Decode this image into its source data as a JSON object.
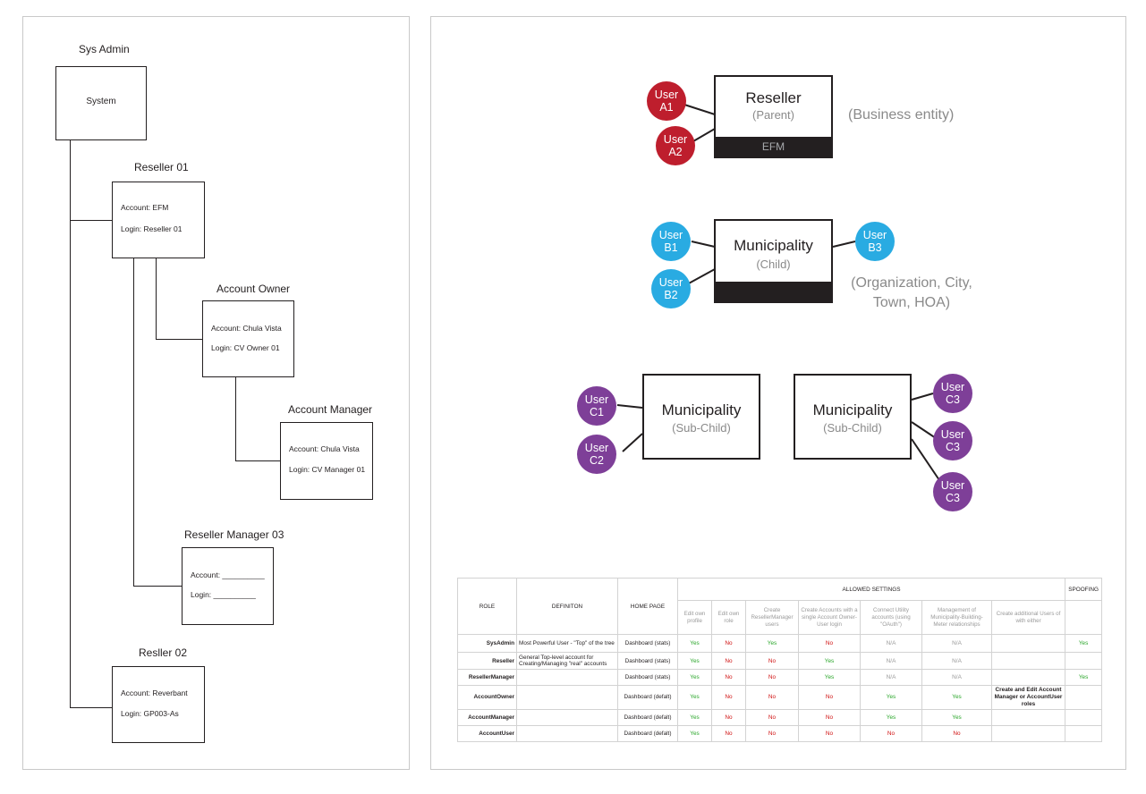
{
  "tree": {
    "sys_admin": {
      "title": "Sys Admin",
      "box": "System"
    },
    "reseller01": {
      "title": "Reseller 01",
      "account": "Account: EFM",
      "login": "Login: Reseller 01"
    },
    "account_owner": {
      "title": "Account Owner",
      "account": "Account: Chula Vista",
      "login": "Login: CV Owner 01"
    },
    "account_manager": {
      "title": "Account Manager",
      "account": "Account: Chula Vista",
      "login": "Login: CV Manager 01"
    },
    "reseller_manager03": {
      "title": "Reseller Manager 03",
      "account": "Account: __________",
      "login": "Login: __________"
    },
    "resller02": {
      "title": "Resller 02",
      "account": "Account: Reverbant",
      "login": "Login: GP003-As"
    }
  },
  "entities": {
    "reseller": {
      "name": "Reseller",
      "sub": "(Parent)",
      "bar": "EFM",
      "note": "(Business entity)",
      "users": [
        {
          "l1": "User",
          "l2": "A1"
        },
        {
          "l1": "User",
          "l2": "A2"
        }
      ]
    },
    "municipality": {
      "name": "Municipality",
      "sub": "(Child)",
      "bar": "",
      "note": [
        "(Organization, City,",
        "Town, HOA)"
      ],
      "users": [
        {
          "l1": "User",
          "l2": "B1"
        },
        {
          "l1": "User",
          "l2": "B2"
        },
        {
          "l1": "User",
          "l2": "B3"
        }
      ]
    },
    "sub_child_left": {
      "name": "Municipality",
      "sub": "(Sub-Child)",
      "users": [
        {
          "l1": "User",
          "l2": "C1"
        },
        {
          "l1": "User",
          "l2": "C2"
        }
      ]
    },
    "sub_child_right": {
      "name": "Municipality",
      "sub": "(Sub-Child)",
      "users": [
        {
          "l1": "User",
          "l2": "C3"
        },
        {
          "l1": "User",
          "l2": "C3"
        },
        {
          "l1": "User",
          "l2": "C3"
        }
      ]
    }
  },
  "colors": {
    "reseller_users": "#be1e2d",
    "child_users": "#29abe2",
    "subchild_users": "#7e3f98"
  },
  "table": {
    "headers": {
      "role": "ROLE",
      "definition": "DEFINITON",
      "home": "HOME PAGE",
      "allowed": "ALLOWED SETTINGS",
      "spoofing": "SPOOFING"
    },
    "subheaders": [
      "Edit own profile",
      "Edit own role",
      "Create ResellerManager users",
      "Create Accounts with a single Account Owner-User login",
      "Connect Utility accounts (using \"OAuth\")",
      "Management of Municipality-Building-Meter relationships",
      "Create additional Users of with either"
    ],
    "rows": [
      {
        "role": "SysAdmin",
        "def": "Most Powerful User - \"Top\" of the tree",
        "home": "Dashboard (stats)",
        "cells": [
          "Yes",
          "No",
          "Yes",
          "No",
          "N/A",
          "N/A",
          ""
        ],
        "spoof": "Yes"
      },
      {
        "role": "Reseller",
        "def": "General Top-level account for Creating/Managing \"real\" accounts",
        "home": "Dashboard (stats)",
        "cells": [
          "Yes",
          "No",
          "No",
          "Yes",
          "N/A",
          "N/A",
          ""
        ],
        "spoof": ""
      },
      {
        "role": "ResellerManager",
        "def": "",
        "home": "Dashboard (stats)",
        "cells": [
          "Yes",
          "No",
          "No",
          "Yes",
          "N/A",
          "N/A",
          ""
        ],
        "spoof": "Yes"
      },
      {
        "role": "AccountOwner",
        "def": "",
        "home": "Dashboard (defalt)",
        "cells": [
          "Yes",
          "No",
          "No",
          "No",
          "Yes",
          "Yes",
          "Create and Edit Account Manager or AccountUser roles"
        ],
        "spoof": ""
      },
      {
        "role": "AccountManager",
        "def": "",
        "home": "Dashboard (defalt)",
        "cells": [
          "Yes",
          "No",
          "No",
          "No",
          "Yes",
          "Yes",
          ""
        ],
        "spoof": ""
      },
      {
        "role": "AccountUser",
        "def": "",
        "home": "Dashboard (defalt)",
        "cells": [
          "Yes",
          "No",
          "No",
          "No",
          "No",
          "No",
          ""
        ],
        "spoof": ""
      }
    ]
  }
}
